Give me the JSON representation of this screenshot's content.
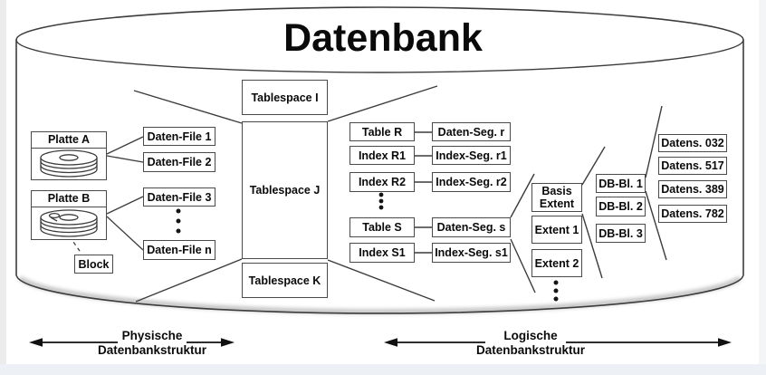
{
  "title": "Datenbank",
  "physical": {
    "disks": [
      {
        "label": "Platte A"
      },
      {
        "label": "Platte B"
      }
    ],
    "block": "Block",
    "files": [
      "Daten-File 1",
      "Daten-File 2",
      "Daten-File 3",
      "Daten-File n"
    ]
  },
  "tablespaces": [
    "Tablespace I",
    "Tablespace J",
    "Tablespace K"
  ],
  "segment_rows": [
    {
      "object": "Table R",
      "segment": "Daten-Seg. r"
    },
    {
      "object": "Index R1",
      "segment": "Index-Seg. r1"
    },
    {
      "object": "Index R2",
      "segment": "Index-Seg. r2"
    },
    {
      "object": "Table S",
      "segment": "Daten-Seg. s"
    },
    {
      "object": "Index S1",
      "segment": "Index-Seg. s1"
    }
  ],
  "extents": {
    "basis": {
      "line1": "Basis",
      "line2": "Extent"
    },
    "items": [
      "Extent 1",
      "Extent 2"
    ]
  },
  "db_blocks": [
    "DB-Bl. 1",
    "DB-Bl. 2",
    "DB-Bl. 3"
  ],
  "records": [
    "Datens. 032",
    "Datens. 517",
    "Datens. 389",
    "Datens. 782"
  ],
  "legend": {
    "physical": {
      "line1": "Physische",
      "line2": "Datenbankstruktur"
    },
    "logical": {
      "line1": "Logische",
      "line2": "Datenbankstruktur"
    }
  },
  "colors": {
    "line": "#3c3c3c",
    "box_border": "#4a4a4a",
    "text": "#0a0a0a",
    "shadow": "#8a8a8a"
  }
}
